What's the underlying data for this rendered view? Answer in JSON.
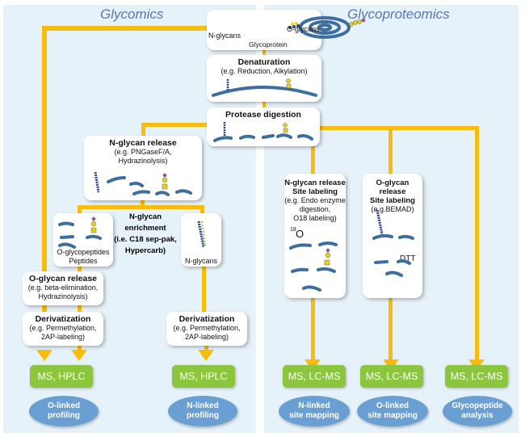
{
  "sections": {
    "left_title": "Glycomics",
    "right_title": "Glycoproteomics"
  },
  "colors": {
    "panel": "#e6f2f9",
    "connector": "#f7bc0e",
    "analysis": "#8cc63e",
    "result": "#6a9fd4",
    "title": "#5c76ae",
    "peptide": "#3d6e9e"
  },
  "top": {
    "glycoprotein": {
      "label_n": "N-glycans",
      "label_o": "O-glycans",
      "label_center": "Glycoprotein"
    },
    "denaturation": {
      "title": "Denaturation",
      "subtitle": "(e.g. Reduction, Alkylation)"
    },
    "protease": {
      "title": "Protease digestion"
    }
  },
  "glycomics": {
    "nglycan_release": {
      "title": "N-glycan release",
      "sub1": "(e.g. PNGaseF/A,",
      "sub2": "Hydrazinolysis)"
    },
    "enrichment": {
      "l1": "N-glycan",
      "l2": "enrichment",
      "l3": "(i.e. C18 sep-pak,",
      "l4": "Hypercarb)"
    },
    "oglyco_box": {
      "l1": "O-glycopeptides",
      "l2": "Peptides"
    },
    "nglycans_box": {
      "l1": "N-glycans"
    },
    "oglycan_release": {
      "title": "O-glycan release",
      "sub1": "(e.g. beta-elimination,",
      "sub2": "Hydrazinolysis)"
    },
    "deriv_left": {
      "title": "Derivatization",
      "sub1": "(e.g. Permethylation,",
      "sub2": "2AP-labeling)"
    },
    "deriv_right": {
      "title": "Derivatization",
      "sub1": "(e.g. Permethylation,",
      "sub2": "2AP-labeling)"
    },
    "analysis_left": "MS, HPLC",
    "analysis_right": "MS, HPLC",
    "result_left": {
      "l1": "O-linked",
      "l2": "profiling"
    },
    "result_right": {
      "l1": "N-linked",
      "l2": "profiling"
    }
  },
  "glycoproteomics": {
    "nsite": {
      "t1": "N-glycan release",
      "t2": "Site labeling",
      "s1": "(e.g. Endo enzyme",
      "s2": "digestion,",
      "s3": "O18 labeling)",
      "iso": "18",
      "iso_el": "O"
    },
    "osite": {
      "t1": "O-glycan release",
      "t2": "Site labeling",
      "s1": "(e.g.BEMAD)",
      "dtt": "DTT"
    },
    "analysis": [
      "MS, LC-MS",
      "MS, LC-MS",
      "MS, LC-MS"
    ],
    "results": [
      {
        "l1": "N-linked",
        "l2": "site mapping"
      },
      {
        "l1": "O-linked",
        "l2": "site mapping"
      },
      {
        "l1": "Glycopeptide",
        "l2": "analysis"
      }
    ]
  }
}
